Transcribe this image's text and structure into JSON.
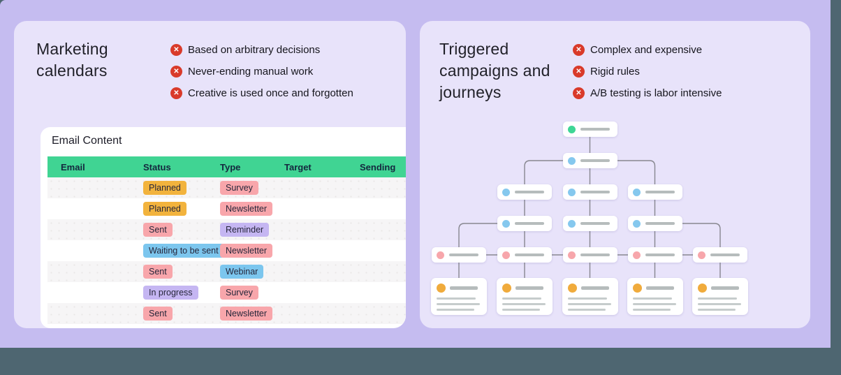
{
  "theme": {
    "page_background": "#4e6671",
    "section_background": "#c5bcf0",
    "panel_background": "#e8e3fa",
    "error_icon_color": "#d93a2a",
    "table_header_color": "#40d493",
    "badge_colors": {
      "amber": "#f2b33d",
      "pink": "#f8a6ab",
      "blue": "#7cc6ee",
      "purple": "#c5b6f2"
    },
    "flow_dot_colors": {
      "start": "#3ed695",
      "branch": "#85c8ee",
      "split": "#f7a6ab",
      "content": "#f0ab3c"
    }
  },
  "left_panel": {
    "title": "Marketing calendars",
    "x_icon": "✕",
    "drawbacks": [
      "Based on arbitrary decisions",
      "Never-ending manual work",
      "Creative is used once and forgotten"
    ],
    "email_card": {
      "title": "Email Content",
      "columns": [
        "Email",
        "Status",
        "Type",
        "Target",
        "Sending"
      ],
      "rows": [
        {
          "status": "Planned",
          "status_color": "amber",
          "type": "Survey",
          "type_color": "pink"
        },
        {
          "status": "Planned",
          "status_color": "amber",
          "type": "Newsletter",
          "type_color": "pink"
        },
        {
          "status": "Sent",
          "status_color": "pink",
          "type": "Reminder",
          "type_color": "purple"
        },
        {
          "status": "Waiting to be sent",
          "status_color": "blue",
          "type": "Newsletter",
          "type_color": "pink"
        },
        {
          "status": "Sent",
          "status_color": "pink",
          "type": "Webinar",
          "type_color": "blue"
        },
        {
          "status": "In progress",
          "status_color": "purple",
          "type": "Survey",
          "type_color": "pink"
        },
        {
          "status": "Sent",
          "status_color": "pink",
          "type": "Newsletter",
          "type_color": "pink"
        }
      ]
    }
  },
  "right_panel": {
    "title": "Triggered campaigns and journeys",
    "drawbacks": [
      "Complex and expensive",
      "Rigid rules",
      "A/B testing is labor intensive"
    ],
    "flowchart": {
      "tiers": [
        {
          "level": 1,
          "node_count": 1,
          "dot_color": "#3ed695",
          "kind": "node"
        },
        {
          "level": 2,
          "node_count": 1,
          "dot_color": "#85c8ee",
          "kind": "node"
        },
        {
          "level": 3,
          "node_count": 3,
          "dot_color": "#85c8ee",
          "kind": "node"
        },
        {
          "level": 4,
          "node_count": 3,
          "dot_color": "#85c8ee",
          "kind": "node"
        },
        {
          "level": 5,
          "node_count": 5,
          "dot_color": "#f7a6ab",
          "kind": "node"
        },
        {
          "level": 6,
          "node_count": 5,
          "dot_color": "#f0ab3c",
          "kind": "card"
        }
      ]
    }
  }
}
